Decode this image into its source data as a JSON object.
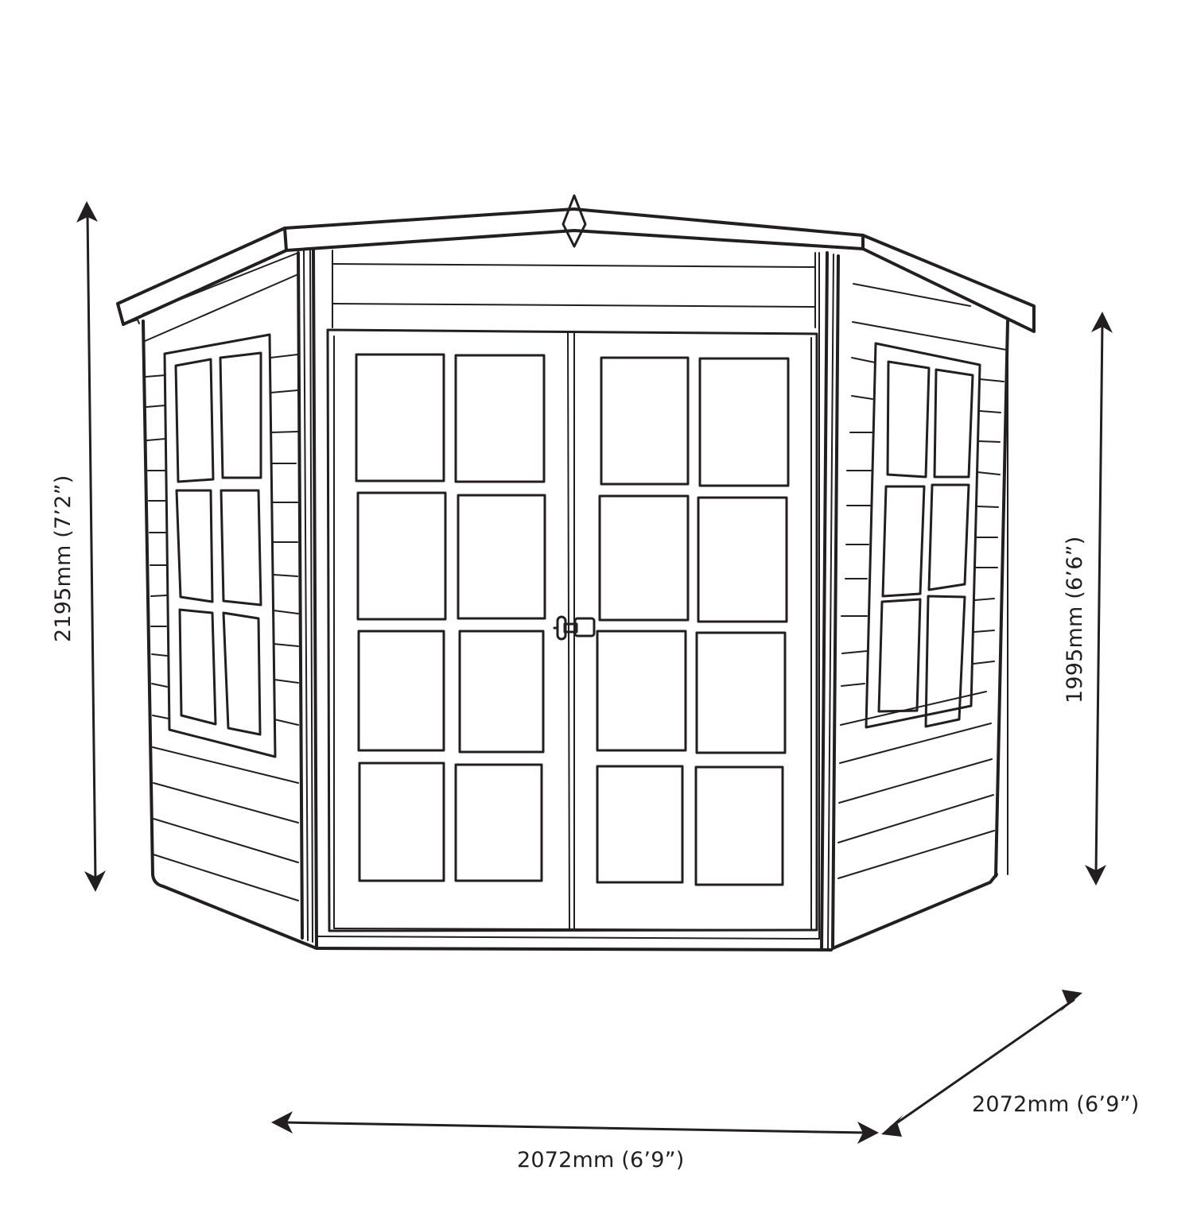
{
  "diagram": {
    "subject": "corner summerhouse",
    "stroke_color": "#231f20",
    "background": "#ffffff"
  },
  "dimensions": {
    "overall_height": "2195mm (7’2”)",
    "eaves_height": "1995mm (6’6”)",
    "front_width": "2072mm (6’9”)",
    "depth": "2072mm (6’9”)"
  },
  "features": {
    "door_panes_per_leaf": 8,
    "door_leaves": 2,
    "side_window_panes": 6,
    "side_windows": 2,
    "finial": "diamond-finial",
    "latch": "door-latch"
  }
}
